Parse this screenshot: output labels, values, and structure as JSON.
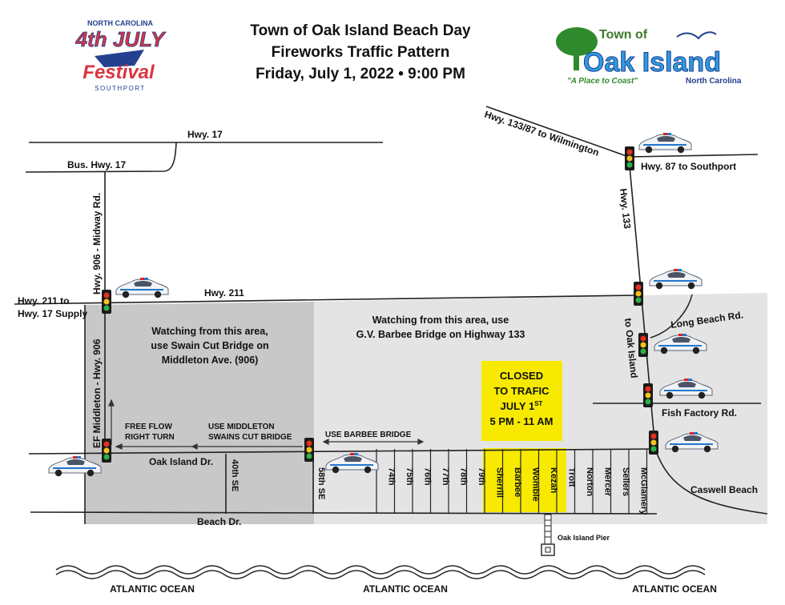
{
  "header": {
    "title_line1": "Town of Oak Island Beach Day",
    "title_line2": "Fireworks Traffic Pattern",
    "title_line3": "Friday, July 1, 2022 • 9:00 PM"
  },
  "festival_logo": {
    "top": "NORTH CAROLINA",
    "main": "4th JULY",
    "script": "Festival",
    "bottom": "SOUTHPORT"
  },
  "town_logo": {
    "town_of": "Town of",
    "name": "Oak Island",
    "tagline": "\"A Place to Coast\"",
    "state": "North Carolina"
  },
  "roads": {
    "hwy17": "Hwy. 17",
    "bus_hwy17": "Bus. Hwy. 17",
    "hwy906": "Hwy. 906 - Midway Rd.",
    "hwy211": "Hwy. 211",
    "hwy211_to_line1": "Hwy. 211 to",
    "hwy211_to_line2": "Hwy. 17 Supply",
    "ef_middleton": "EF Middleton - Hwy. 906",
    "hwy133_87": "Hwy. 133/87 to Wilmington",
    "hwy87": "Hwy. 87 to Southport",
    "hwy133": "Hwy. 133",
    "to_oak_island": "to Oak Island",
    "long_beach": "Long Beach Rd.",
    "fish_factory": "Fish Factory Rd.",
    "oak_island_dr": "Oak Island Dr.",
    "beach_dr": "Beach Dr.",
    "s40": "40th SE",
    "s58": "58th SE",
    "caswell": "Caswell Beach",
    "pier": "Oak Island Pier"
  },
  "zones": {
    "swain_line1": "Watching from this area,",
    "swain_line2": "use Swain Cut Bridge on",
    "swain_line3": "Middleton Ave. (906)",
    "barbee_line1": "Watching from this area, use",
    "barbee_line2": "G.V. Barbee Bridge on Highway 133"
  },
  "directions": {
    "free_flow_line1": "FREE FLOW",
    "free_flow_line2": "RIGHT TURN",
    "use_middleton_line1": "USE MIDDLETON",
    "use_middleton_line2": "SWAINS CUT BRIDGE",
    "use_barbee": "USE BARBEE BRIDGE"
  },
  "closure": {
    "line1": "CLOSED",
    "line2": "TO TRAFIC",
    "line3": "JULY 1",
    "line3_sup": "ST",
    "line4": "5 PM - 11 AM",
    "color": "#f7ea00"
  },
  "streets": [
    {
      "name": "74th",
      "closed": false
    },
    {
      "name": "75th",
      "closed": false
    },
    {
      "name": "76th",
      "closed": false
    },
    {
      "name": "77th",
      "closed": false
    },
    {
      "name": "78th",
      "closed": false
    },
    {
      "name": "79th",
      "closed": false
    },
    {
      "name": "Sherrill",
      "closed": true
    },
    {
      "name": "Barbee",
      "closed": true
    },
    {
      "name": "Womble",
      "closed": true
    },
    {
      "name": "Kezah",
      "closed": true
    },
    {
      "name": "Trott",
      "closed": false
    },
    {
      "name": "Norton",
      "closed": false
    },
    {
      "name": "Mercer",
      "closed": false
    },
    {
      "name": "Sellers",
      "closed": false
    },
    {
      "name": "McGlamery",
      "closed": false
    }
  ],
  "ocean": {
    "left": "ATLANTIC OCEAN",
    "center": "ATLANTIC OCEAN",
    "right": "ATLANTIC OCEAN"
  },
  "colors": {
    "swain_zone": "#c8c8c8",
    "barbee_zone": "#e4e4e4",
    "road": "#222222",
    "logo_red": "#d8353f",
    "logo_blue": "#24408e",
    "logo_green": "#3d9a3a"
  },
  "icons": {
    "traffic_light": "traffic-light-icon",
    "police_car": "police-car-icon",
    "arrow": "direction-arrow-icon",
    "wave": "ocean-wave-icon"
  }
}
